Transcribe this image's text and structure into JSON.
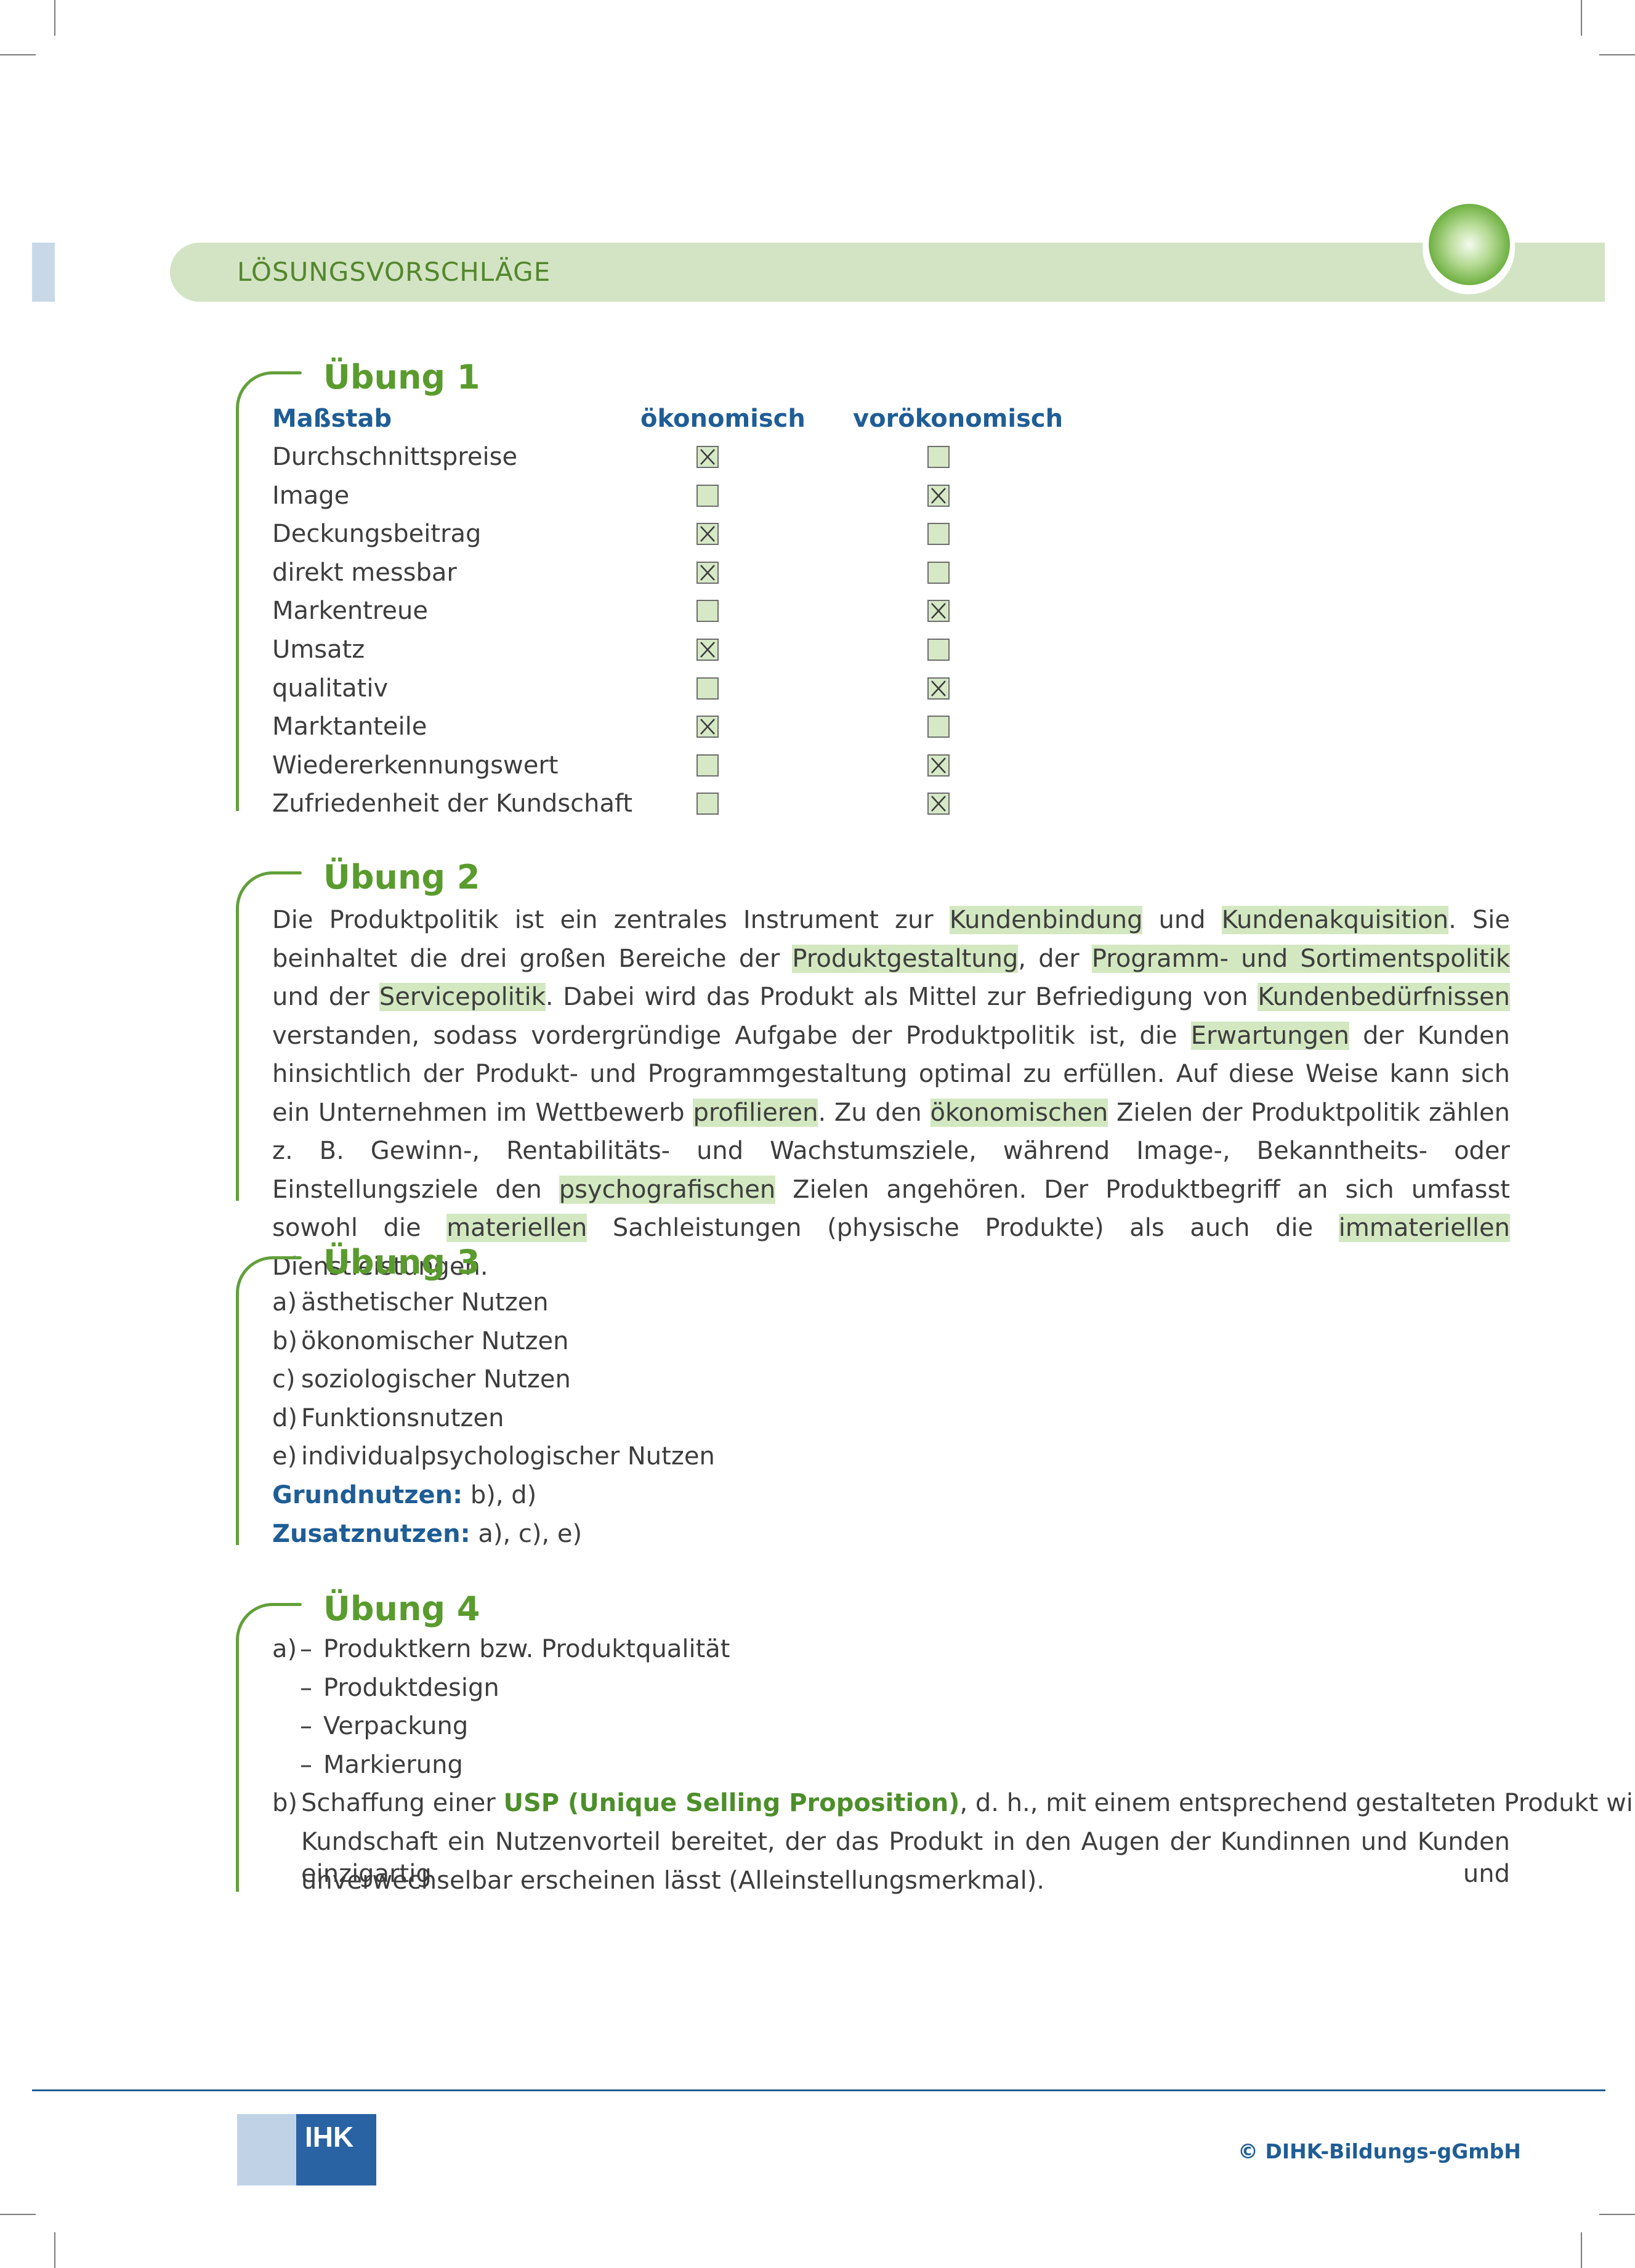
{
  "header": {
    "title": "LÖSUNGSVORSCHLÄGE"
  },
  "uebung1": {
    "title": "Übung 1",
    "col_measure": "Maßstab",
    "col_econ": "ökonomisch",
    "col_preecon": "vorökonomisch",
    "rows": [
      {
        "label": "Durchschnittspreise",
        "econ": true,
        "preecon": false
      },
      {
        "label": "Image",
        "econ": false,
        "preecon": true
      },
      {
        "label": "Deckungsbeitrag",
        "econ": true,
        "preecon": false
      },
      {
        "label": "direkt messbar",
        "econ": true,
        "preecon": false
      },
      {
        "label": "Markentreue",
        "econ": false,
        "preecon": true
      },
      {
        "label": "Umsatz",
        "econ": true,
        "preecon": false
      },
      {
        "label": "qualitativ",
        "econ": false,
        "preecon": true
      },
      {
        "label": "Marktanteile",
        "econ": true,
        "preecon": false
      },
      {
        "label": "Wiedererkennungswert",
        "econ": false,
        "preecon": true
      },
      {
        "label": "Zufriedenheit der Kundschaft",
        "econ": false,
        "preecon": true
      }
    ]
  },
  "uebung2": {
    "title": "Übung 2",
    "segments": [
      {
        "t": "Die Produktpolitik ist ein zentrales Instrument zur "
      },
      {
        "t": "Kundenbindung",
        "hl": true
      },
      {
        "t": " und "
      },
      {
        "t": "Kundenakquisition",
        "hl": true
      },
      {
        "t": ". Sie beinhaltet die drei großen Bereiche der "
      },
      {
        "t": "Produktgestaltung",
        "hl": true
      },
      {
        "t": ", der "
      },
      {
        "t": "Programm- und Sortimentspolitik",
        "hl": true
      },
      {
        "t": " und der "
      },
      {
        "t": "Servicepolitik",
        "hl": true
      },
      {
        "t": ". Dabei wird das Produkt als Mittel zur Befriedigung von "
      },
      {
        "t": "Kundenbedürfnissen",
        "hl": true
      },
      {
        "t": " verstanden, sodass vordergründige Aufgabe der Pro­duktpolitik ist, die "
      },
      {
        "t": "Erwartungen",
        "hl": true
      },
      {
        "t": " der Kunden hinsichtlich der Produkt- und Programmgestaltung optimal zu erfüllen. Auf diese Weise kann sich ein Unternehmen im Wettbewerb "
      },
      {
        "t": "profilieren",
        "hl": true
      },
      {
        "t": ". Zu den "
      },
      {
        "t": "ökonomischen",
        "hl": true
      },
      {
        "t": " Zielen der Produktpo­litik zählen z. B. Gewinn-, Rentabilitäts- und Wachstumsziele, während Image-, Bekanntheits- oder Einstellungsziele den "
      },
      {
        "t": "psychografischen",
        "hl": true
      },
      {
        "t": " Zielen angehören. Der Produktbegriff an sich umfasst sowohl die "
      },
      {
        "t": "materiellen",
        "hl": true
      },
      {
        "t": " Sachleistungen (physische Produkte) als auch die "
      },
      {
        "t": "immateriellen",
        "hl": true
      },
      {
        "t": " Dienstleistungen."
      }
    ]
  },
  "uebung3": {
    "title": "Übung 3",
    "items": [
      {
        "letter": "a)",
        "text": "ästhetischer Nutzen"
      },
      {
        "letter": "b)",
        "text": "ökonomischer Nutzen"
      },
      {
        "letter": "c)",
        "text": "soziologischer Nutzen"
      },
      {
        "letter": "d)",
        "text": "Funktionsnutzen"
      },
      {
        "letter": "e)",
        "text": "individualpsychologischer Nutzen"
      }
    ],
    "grund_label": "Grundnutzen:",
    "grund_value": " b), d)",
    "zusatz_label": "Zusatznutzen:",
    "zusatz_value": " a), c), e)"
  },
  "uebung4": {
    "title": "Übung 4",
    "a_letter": "a)",
    "a_items": [
      "Produktkern bzw. Produktqualität",
      "Produktdesign",
      "Verpackung",
      "Markierung"
    ],
    "dash": "–",
    "b_letter": "b)",
    "b_pre": "Schaffung einer ",
    "b_usp": "USP (Unique Selling Proposition)",
    "b_line1_rest": ", d. h., mit einem entsprechend gestalteten Produkt wird der",
    "b_line2": "Kundschaft ein Nutzenvorteil bereitet, der das Produkt in den Augen der Kundinnen und Kunden einzigartig und",
    "b_line3": "unverwechselbar erscheinen lässt (Alleinstellungsmerkmal)."
  },
  "footer": {
    "logo": "IHK",
    "copyright": "© DIHK-Bildungs-gGmbH"
  },
  "colors": {
    "accent_green": "#5a9b2e",
    "band_green": "#d3e4c4",
    "highlight": "#d3e8c1",
    "blue": "#1f5d96"
  }
}
